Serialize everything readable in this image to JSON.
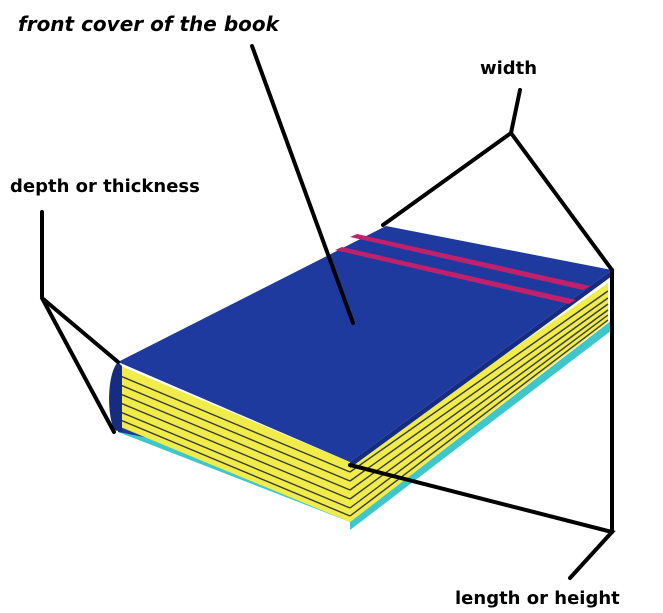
{
  "labels": {
    "front_cover": "front cover of the book",
    "width": "width",
    "depth": "depth or thickness",
    "length": "length or height"
  },
  "colors": {
    "cover": "#1f3a9e",
    "cover_dark": "#162c80",
    "stripe": "#c0216a",
    "pages": "#f0ec4a",
    "page_lines": "#3a3a3a",
    "back_cover_edge": "#3fc6c9",
    "leader_line": "#000000"
  }
}
